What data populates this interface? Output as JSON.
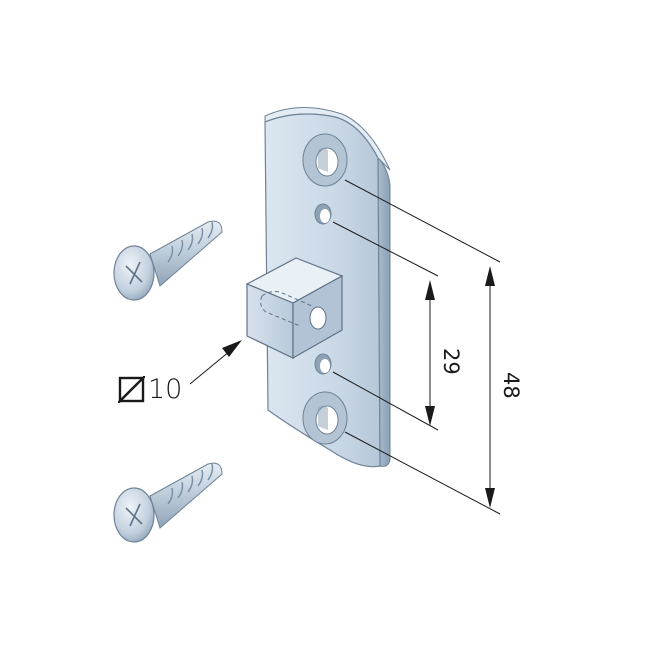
{
  "dimensions": {
    "hole_spacing_small": "29",
    "hole_spacing_large": "48",
    "square_size": "10"
  },
  "colors": {
    "plate_face": "#cfdcea",
    "plate_edge": "#9fb2c6",
    "screw_body": "#c5d2df",
    "line": "#1a1a1a"
  },
  "icons": {
    "square_symbol": "square-section-icon"
  }
}
